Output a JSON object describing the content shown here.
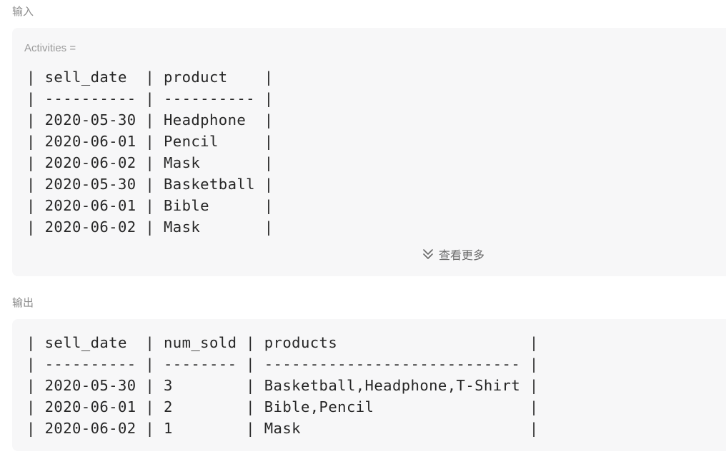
{
  "input_section": {
    "label": "输入",
    "var_label": "Activities =",
    "table_text": "| sell_date  | product    |\n| ---------- | ---------- |\n| 2020-05-30 | Headphone  |\n| 2020-06-01 | Pencil     |\n| 2020-06-02 | Mask       |\n| 2020-05-30 | Basketball |\n| 2020-06-01 | Bible      |\n| 2020-06-02 | Mask       |",
    "see_more_label": "查看更多",
    "see_more_icon": "double-chevron-down-icon"
  },
  "output_section": {
    "label": "输出",
    "table_text": "| sell_date  | num_sold | products                     |\n| ---------- | -------- | ---------------------------- |\n| 2020-05-30 | 3        | Basketball,Headphone,T-Shirt |\n| 2020-06-01 | 2        | Bible,Pencil                 |\n| 2020-06-02 | 1        | Mask                         |"
  }
}
